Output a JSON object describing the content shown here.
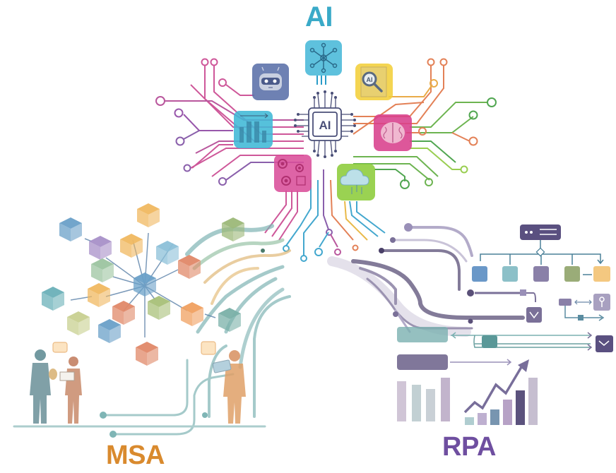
{
  "title": "AI, MSA and RPA illustration",
  "labels": {
    "ai": "AI",
    "msa": "MSA",
    "rpa": "RPA",
    "chip": "AI",
    "search_badge": "AI"
  },
  "colors": {
    "ai_label": "#3aaac8",
    "msa_label": "#d98a2e",
    "rpa_label": "#6f4fa0",
    "chip_stroke": "#4a4f78",
    "tile_robot": "#5a6fa8",
    "tile_network": "#48b8d8",
    "tile_search": "#f2cf3a",
    "tile_chart": "#3fb8d6",
    "tile_brain": "#d8408c",
    "tile_gears": "#da4f9a",
    "tile_cloud": "#8ccc3a",
    "circuit_pink": "#c8408c",
    "circuit_purple": "#7a4aa0",
    "circuit_green": "#5aaa3a",
    "circuit_orange": "#e07040",
    "circuit_blue": "#2a9cc8",
    "msa_teal": "#7fb5b5",
    "rpa_purple": "#6a5f88"
  },
  "ai_hub": {
    "center": "ai-chip",
    "tiles": [
      "network-icon",
      "robot-icon",
      "ai-search-icon",
      "bar-chart-icon",
      "brain-icon",
      "gears-icon",
      "cloud-icon"
    ]
  },
  "msa": {
    "elements": [
      "central-cube",
      "microservice-cubes",
      "people-collaborating",
      "person-with-tablet"
    ]
  },
  "rpa": {
    "elements": [
      "workflow-server",
      "workflow-steps",
      "document-icons",
      "mail-icons",
      "key-icon",
      "bar-charts",
      "growth-arrow"
    ]
  }
}
